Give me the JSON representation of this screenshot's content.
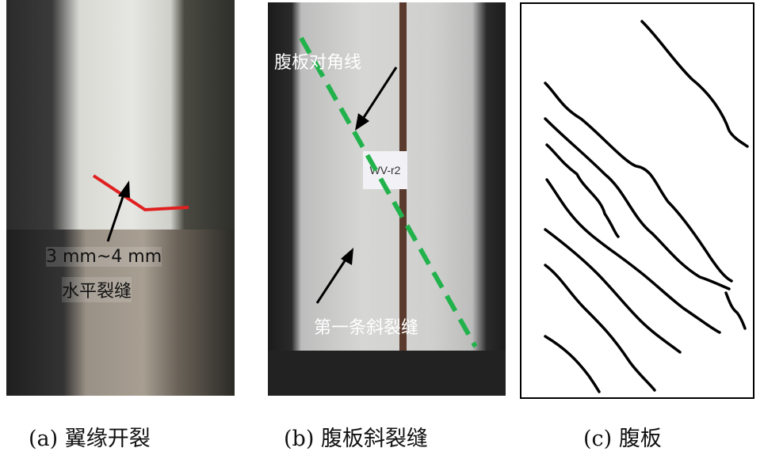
{
  "panels": [
    {
      "caption": "(a)  翼缘开裂",
      "annotation_line1": "3 mm~4 mm",
      "annotation_line2": "水平裂缝"
    },
    {
      "caption": "(b)  腹板斜裂缝",
      "annotation_top": "腹板对角线",
      "annotation_bottom": "第一条斜裂缝",
      "specimen_tag": "WV-r2"
    },
    {
      "caption": "(c)  腹板"
    }
  ],
  "colors": {
    "diagonal": "#22b24c",
    "crack_marker": "#e02020"
  }
}
